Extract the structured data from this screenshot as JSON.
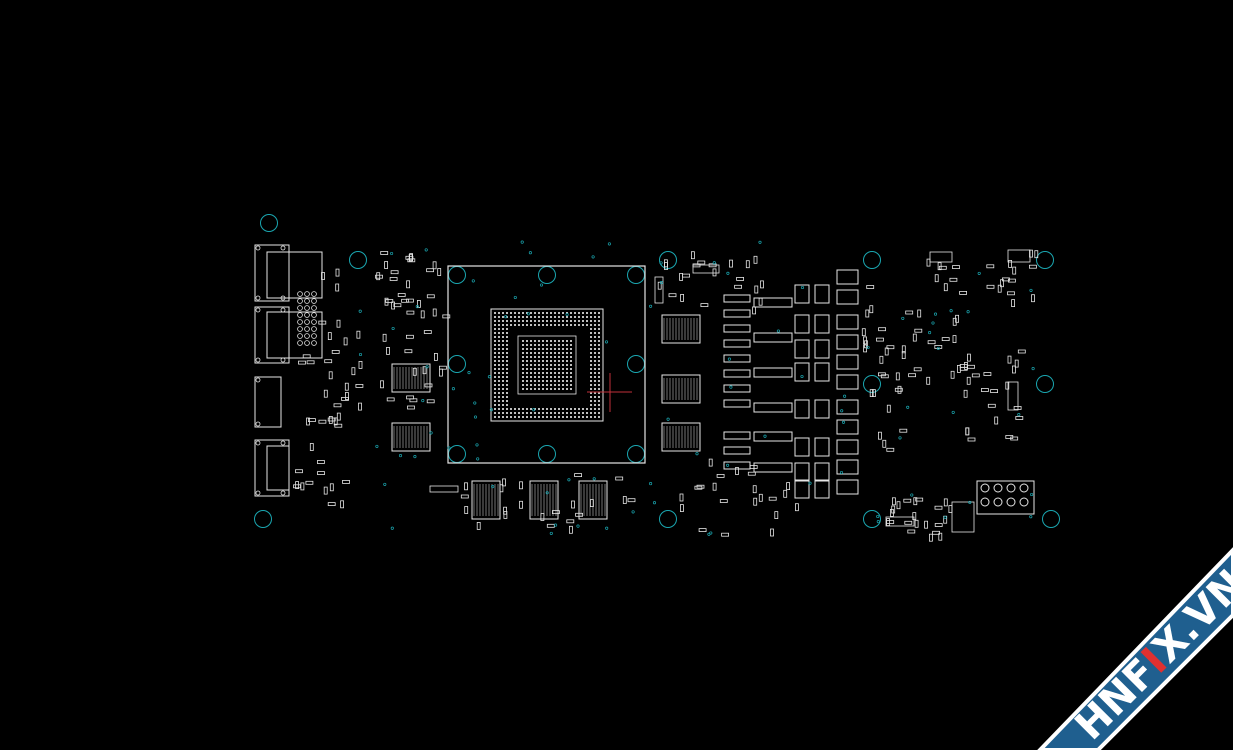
{
  "colors": {
    "background": "#000000",
    "outline": "#e6e6e6",
    "mounting_hole": "#1aa6b0",
    "via": "#1aa6b0",
    "cursor": "#c0303a",
    "banner": "#1f5f8f",
    "banner_edge": "#ffffff",
    "logo_text": "#ffffff",
    "logo_accent": "#e03030"
  },
  "watermark": {
    "text_prefix": "HNF",
    "text_accent": "I",
    "text_suffix": "X.VN"
  }
}
